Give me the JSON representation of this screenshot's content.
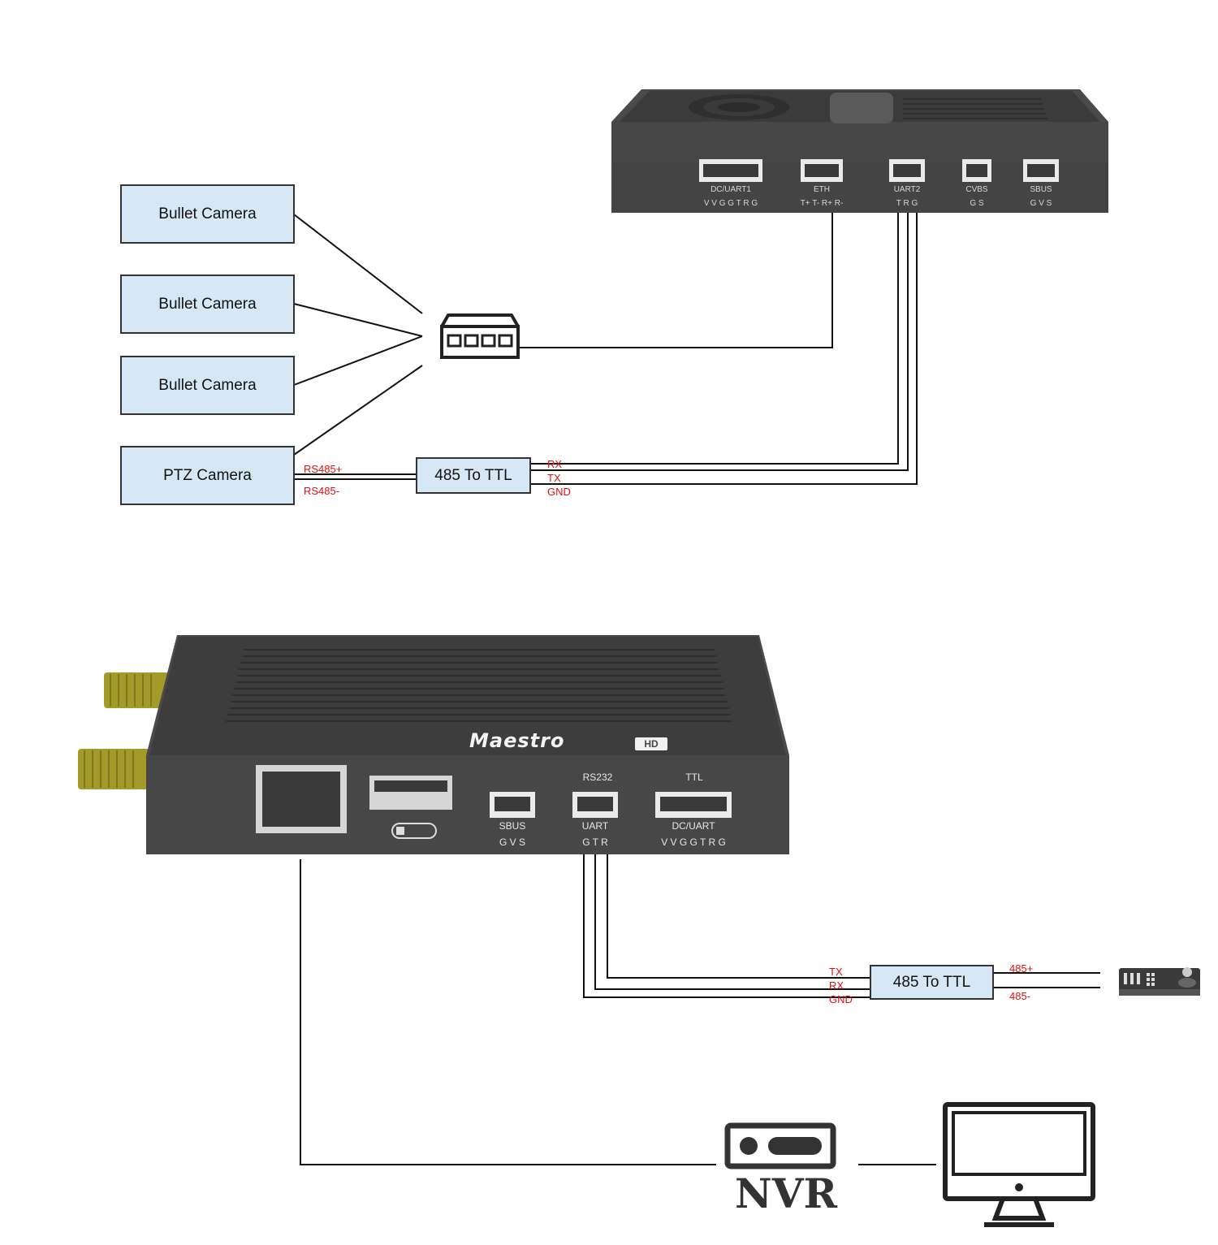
{
  "cameras": [
    {
      "label": "Bullet Camera"
    },
    {
      "label": "Bullet Camera"
    },
    {
      "label": "Bullet Camera"
    },
    {
      "label": "PTZ Camera"
    }
  ],
  "converter_top": {
    "label": "485 To TTL",
    "in_signals": [
      "RS485+",
      "RS485-"
    ],
    "out_signals": [
      "RX",
      "TX",
      "GND"
    ]
  },
  "converter_bottom": {
    "label": "485 To TTL",
    "in_signals": [
      "TX",
      "RX",
      "GND"
    ],
    "out_signals": [
      "485+",
      "485-"
    ]
  },
  "air_unit": {
    "ports": [
      {
        "name": "DC/UART1",
        "pins": "V V G G T R G"
      },
      {
        "name": "ETH",
        "pins": "T+ T- R+ R-"
      },
      {
        "name": "UART2",
        "pins": "T R G"
      },
      {
        "name": "CVBS",
        "pins": "G S"
      },
      {
        "name": "SBUS",
        "pins": "G V S"
      }
    ]
  },
  "ground_unit": {
    "brand": "Maestro",
    "brand_badge": "HD",
    "port_headers": {
      "rs232": "RS232",
      "ttl": "TTL"
    },
    "ports": [
      {
        "name": "SBUS",
        "pins": "G V S"
      },
      {
        "name": "UART",
        "pins": "G T R"
      },
      {
        "name": "DC/UART",
        "pins": "V V G G T R G"
      }
    ]
  },
  "nvr": {
    "label": "NVR"
  }
}
